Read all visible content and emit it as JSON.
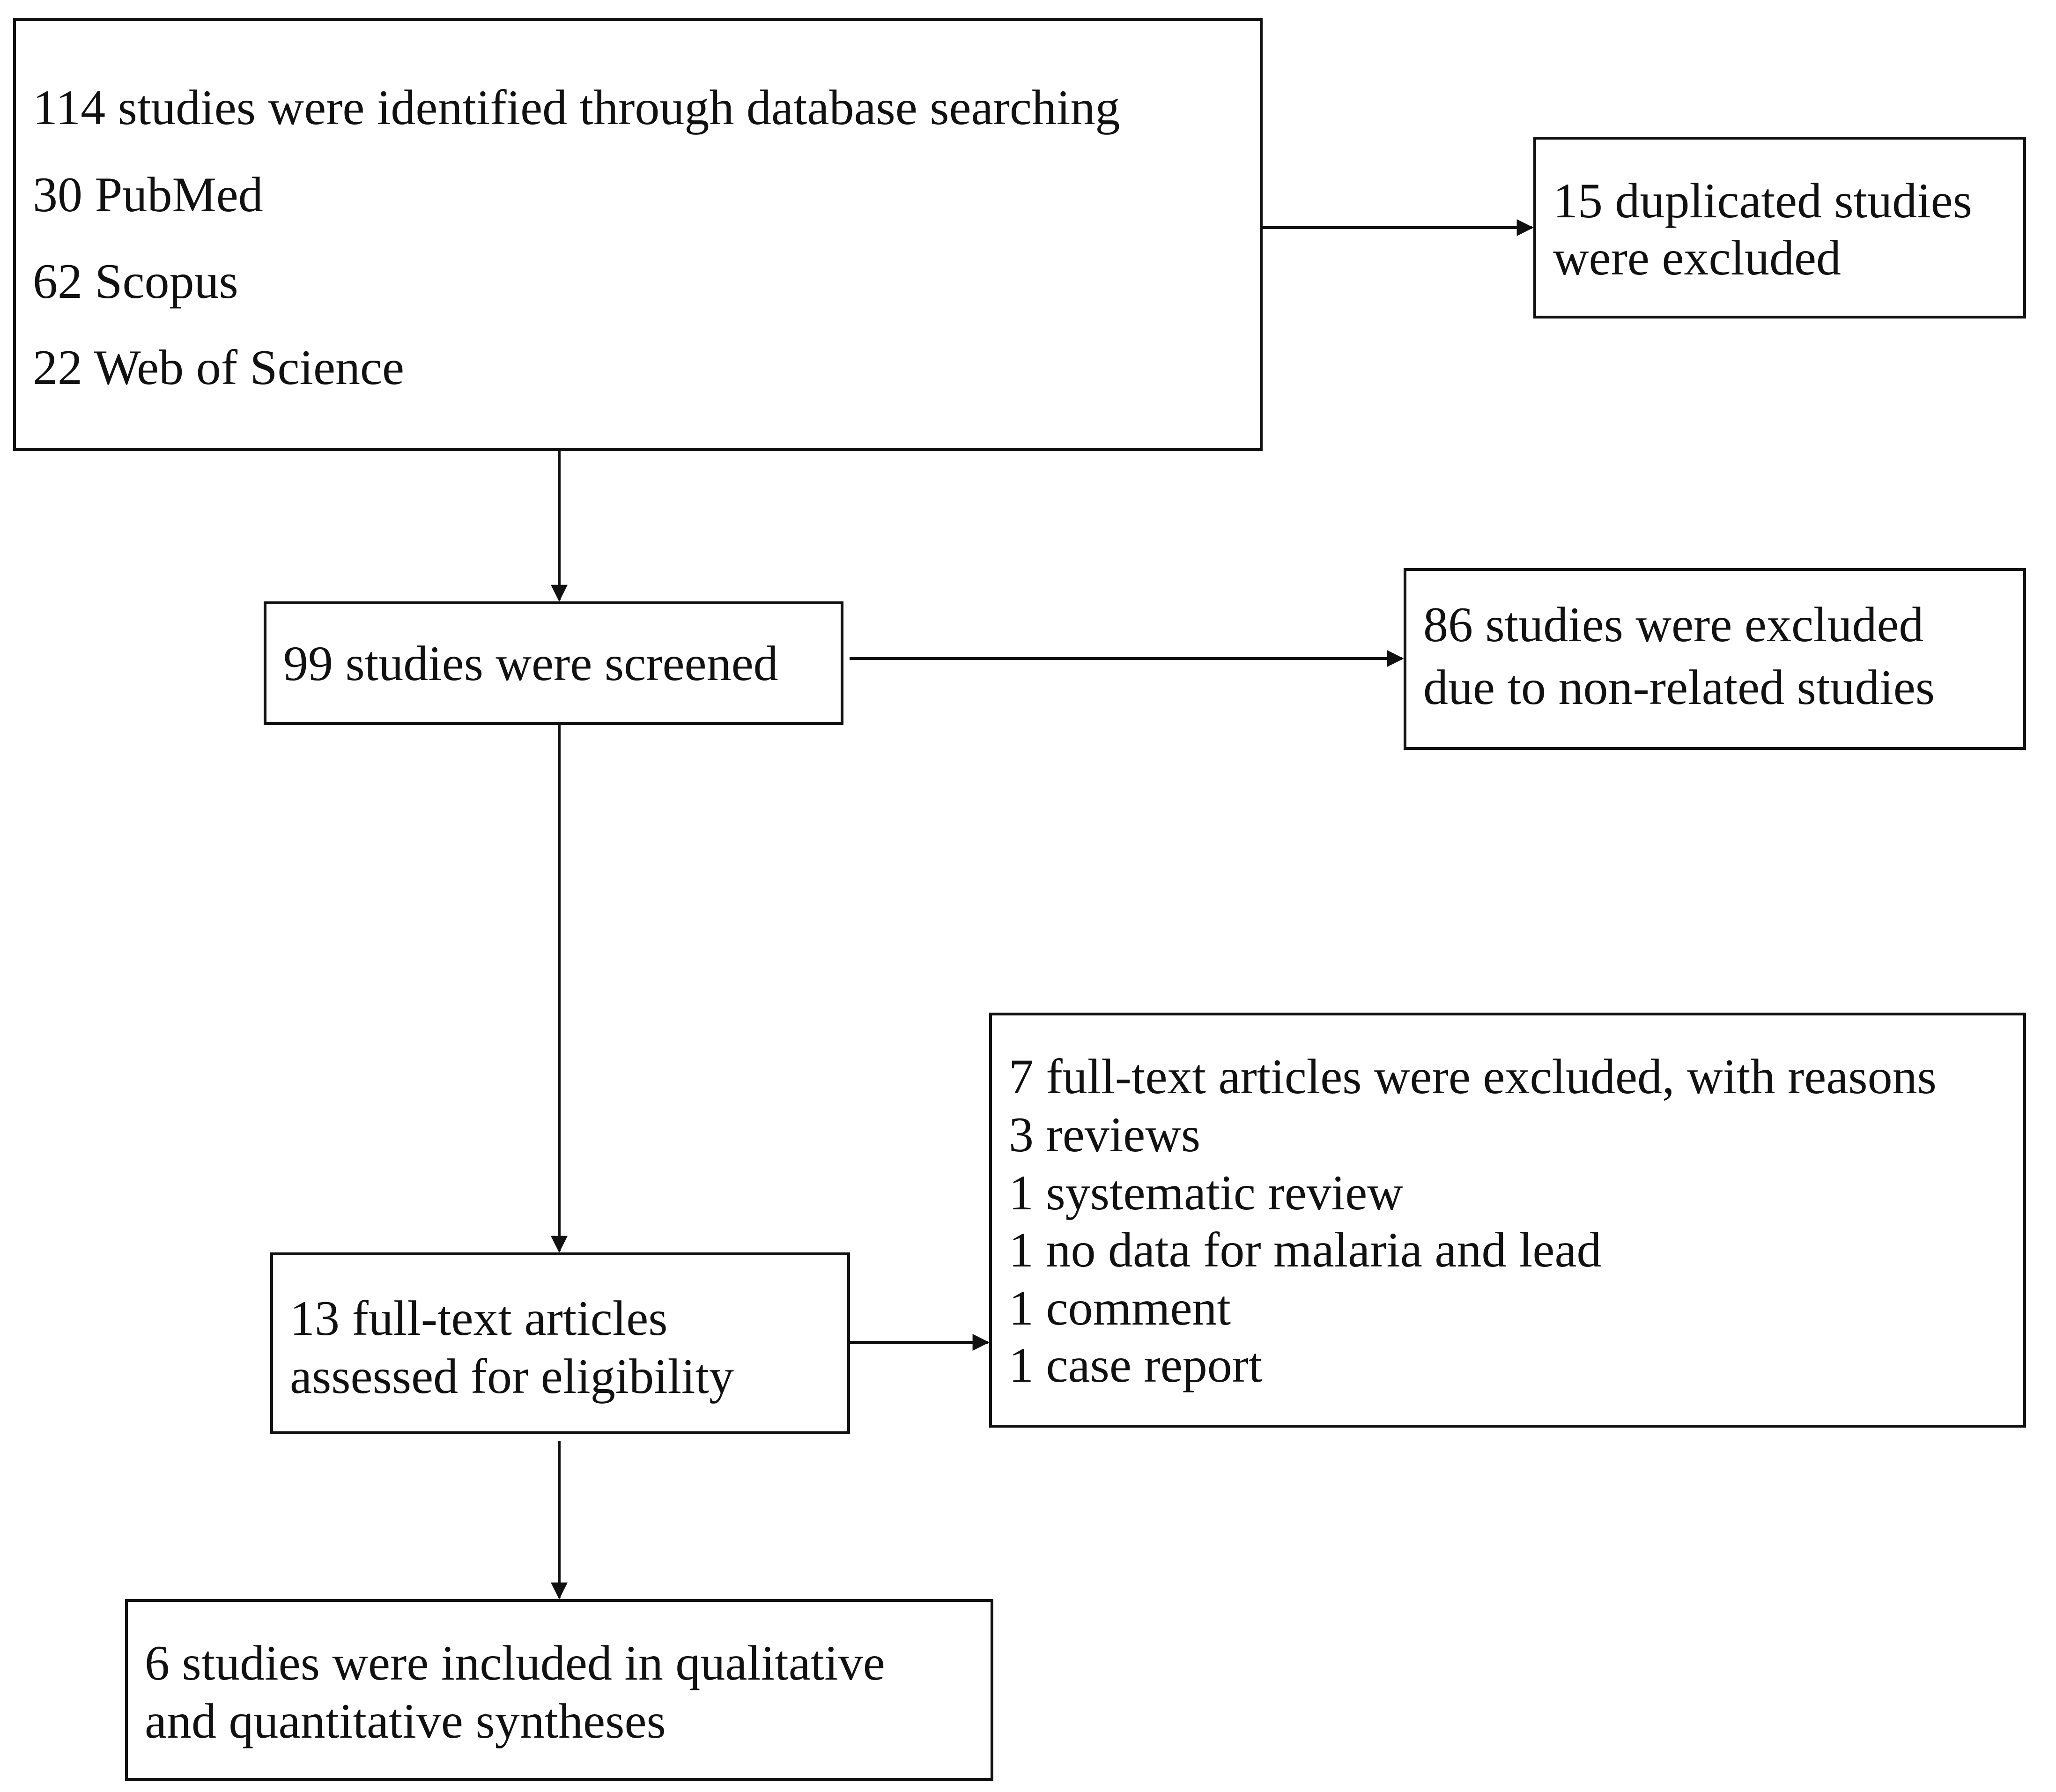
{
  "identification": {
    "lines": [
      "114 studies were identified through database searching",
      "30 PubMed",
      "62 Scopus",
      "22 Web of Science"
    ]
  },
  "duplicates": {
    "lines": [
      "15 duplicated studies",
      "were excluded"
    ]
  },
  "screened": {
    "lines": [
      "99 studies were screened"
    ]
  },
  "excluded_unrelated": {
    "lines": [
      "86 studies were excluded",
      "due to non-related studies"
    ]
  },
  "eligibility": {
    "lines": [
      "13 full-text articles",
      "assessed for eligibility"
    ]
  },
  "excluded_fulltext": {
    "lines": [
      "7 full-text articles were excluded, with reasons",
      "3 reviews",
      "1 systematic review",
      "1 no data for malaria and lead",
      "1 comment",
      "1 case report"
    ]
  },
  "included": {
    "lines": [
      "6 studies were included in qualitative",
      "and quantitative syntheses"
    ]
  }
}
